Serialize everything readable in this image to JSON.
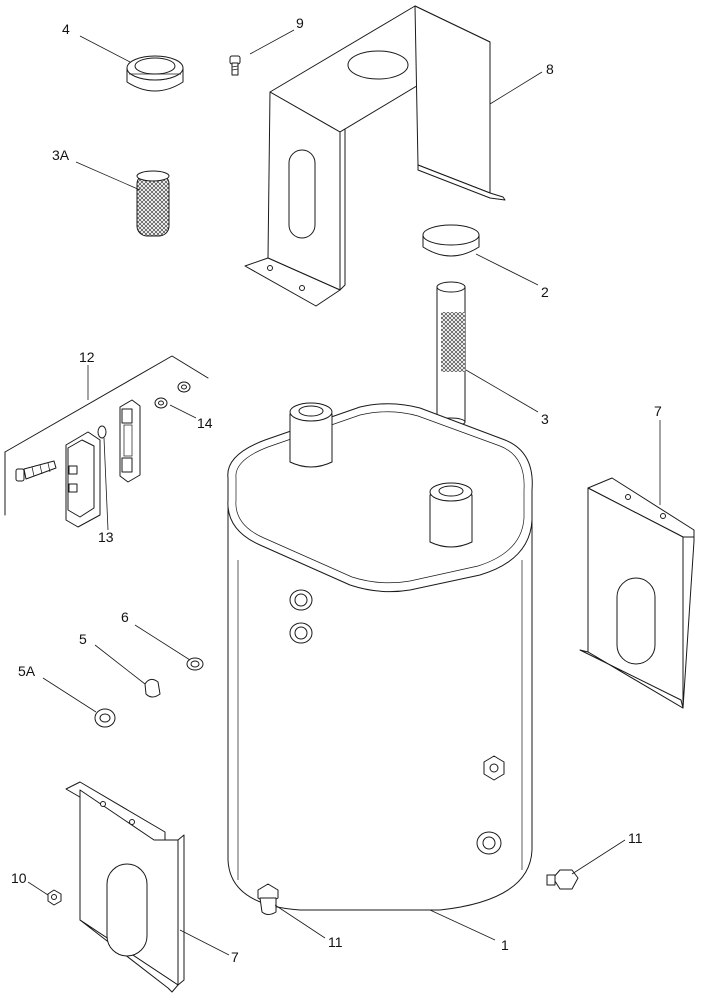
{
  "callouts": {
    "c1": "1",
    "c2": "2",
    "c3": "3",
    "c3a": "3A",
    "c4": "4",
    "c5": "5",
    "c5a": "5A",
    "c6": "6",
    "c7_right": "7",
    "c7_left": "7",
    "c8": "8",
    "c9": "9",
    "c10": "10",
    "c11_right": "11",
    "c11_bottom": "11",
    "c12": "12",
    "c13": "13",
    "c14": "14"
  }
}
